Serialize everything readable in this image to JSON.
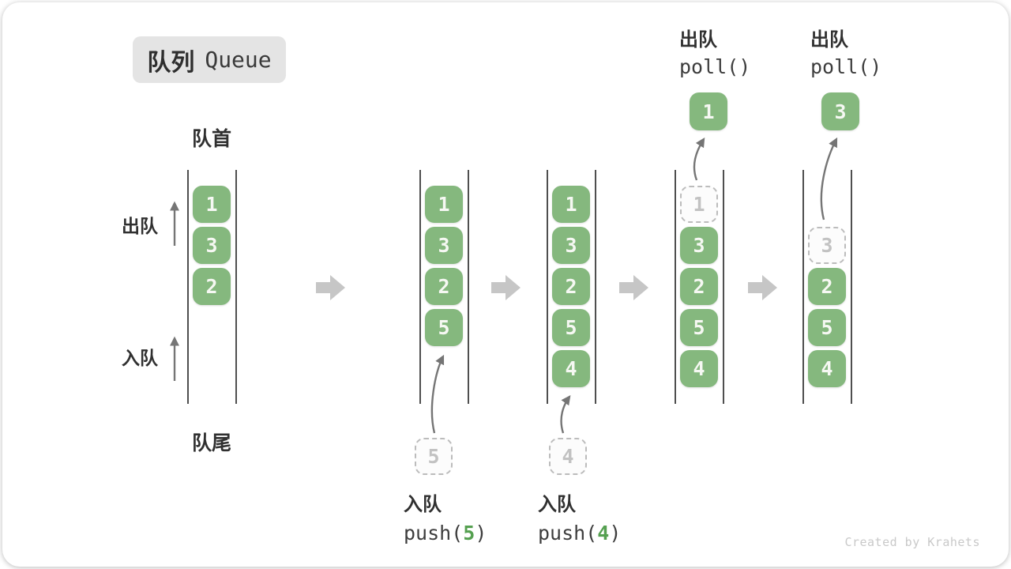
{
  "title": {
    "zh": "队列",
    "en": "Queue"
  },
  "labels": {
    "front": "队首",
    "rear": "队尾",
    "dequeue": "出队",
    "enqueue": "入队"
  },
  "colors": {
    "green": "#85b87e",
    "green_accent": "#55a050",
    "block_arrow": "#c6c6c6",
    "line_arrow": "#757575"
  },
  "operations": {
    "enqueue5": {
      "zh": "入队",
      "code_open": "push(",
      "arg": "5",
      "code_close": ")"
    },
    "enqueue4": {
      "zh": "入队",
      "code_open": "push(",
      "arg": "4",
      "code_close": ")"
    },
    "poll1": {
      "zh": "出队",
      "code": "poll()"
    },
    "poll2": {
      "zh": "出队",
      "code": "poll()"
    }
  },
  "stages": [
    {
      "cells": [
        {
          "v": "1"
        },
        {
          "v": "3"
        },
        {
          "v": "2"
        }
      ]
    },
    {
      "cells": [
        {
          "v": "1"
        },
        {
          "v": "3"
        },
        {
          "v": "2"
        },
        {
          "v": "5"
        }
      ],
      "incoming": "5"
    },
    {
      "cells": [
        {
          "v": "1"
        },
        {
          "v": "3"
        },
        {
          "v": "2"
        },
        {
          "v": "5"
        },
        {
          "v": "4"
        }
      ],
      "incoming": "4"
    },
    {
      "cells": [
        {
          "v": "1",
          "ghost": true
        },
        {
          "v": "3"
        },
        {
          "v": "2"
        },
        {
          "v": "5"
        },
        {
          "v": "4"
        }
      ],
      "outgoing": "1"
    },
    {
      "cells": [
        {
          "v": "3",
          "ghost": true
        },
        {
          "v": "2"
        },
        {
          "v": "5"
        },
        {
          "v": "4"
        }
      ],
      "outgoing": "3"
    }
  ],
  "watermark": "Created by Krahets"
}
